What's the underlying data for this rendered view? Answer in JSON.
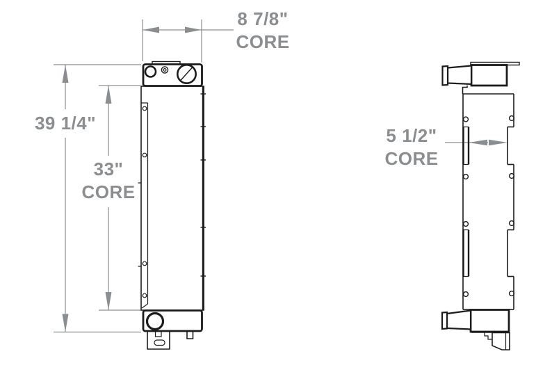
{
  "dimensions": {
    "core_width": {
      "value": "8 7/8\"",
      "label": "CORE"
    },
    "overall_height": {
      "value": "39 1/4\""
    },
    "core_height": {
      "value": "33\"",
      "label": "CORE"
    },
    "core_depth": {
      "value": "5 1/2\"",
      "label": "CORE"
    }
  },
  "colors": {
    "line": "#1c1c1c",
    "dimension": "#8b8e90",
    "background": "#ffffff"
  }
}
